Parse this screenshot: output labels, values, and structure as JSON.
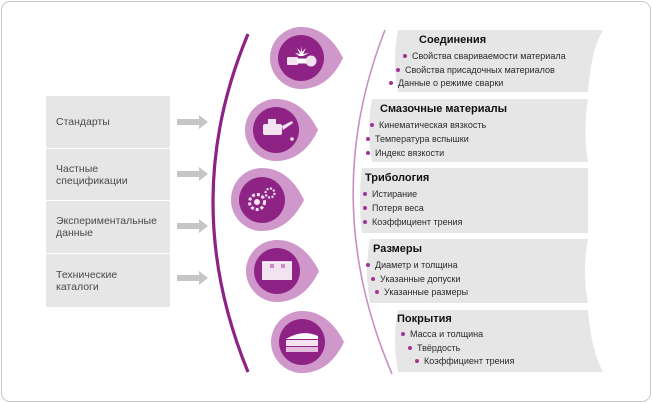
{
  "sources": [
    {
      "label": "Стандарты"
    },
    {
      "label": "Частные\nспецификации"
    },
    {
      "label": "Экспериментальные\nданные"
    },
    {
      "label": "Технические\nкаталоги"
    }
  ],
  "categories": [
    {
      "title": "Соединения",
      "icon": "welding-icon",
      "items": [
        "Свойства свариваемости материала",
        "Свойства присадочных материалов",
        "Данные о режиме сварки"
      ]
    },
    {
      "title": "Смазочные материалы",
      "icon": "oil-can-icon",
      "items": [
        "Кинематическая вязкость",
        "Температура вспышки",
        "Индекс вязкости"
      ]
    },
    {
      "title": "Трибология",
      "icon": "gears-icon",
      "items": [
        "Истирание",
        "Потеря веса",
        "Коэффициент трения"
      ]
    },
    {
      "title": "Размеры",
      "icon": "dimensions-icon",
      "items": [
        "Диаметр и толщина",
        "Указанные допуски",
        "Указанные размеры"
      ]
    },
    {
      "title": "Покрытия",
      "icon": "coating-layers-icon",
      "items": [
        "Масса и толщина",
        "Твёрдость",
        "Коэффициент трения"
      ]
    }
  ],
  "colors": {
    "accent": "#8e2385",
    "accent_light": "#c98fc4",
    "box_bg": "#e6e6e6",
    "arrow": "#c6c6c6"
  }
}
